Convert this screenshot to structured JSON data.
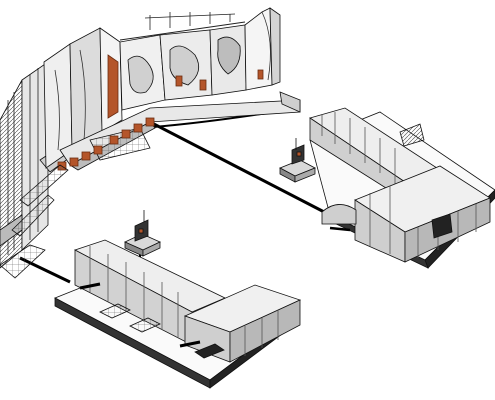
{
  "drawing": {
    "style": "isometric architectural line drawing",
    "palette": {
      "line": "#111111",
      "fill_light": "#f2f2f2",
      "fill_mid": "#d6d6d6",
      "fill_dark": "#9a9a9a",
      "accent_rust": "#b4552a",
      "background": "#ffffff"
    },
    "components": [
      "main-stage-facade",
      "stage-deck",
      "left-tower-wing",
      "right-tent-structure",
      "lower-tent-structure",
      "control-tower-upper",
      "control-tower-lower",
      "connection-cables"
    ],
    "icons": [
      "stage-icon",
      "tent-icon",
      "tower-icon"
    ]
  }
}
